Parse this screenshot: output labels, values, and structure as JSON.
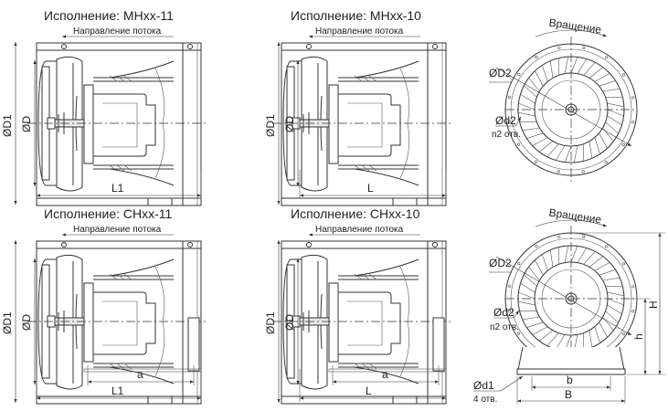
{
  "views": [
    {
      "title": "Исполнение: МНxx-11",
      "flow": "Направление потока",
      "d1": "ØD1",
      "d": "ØD",
      "length": "L1"
    },
    {
      "title": "Исполнение: МНxx-10",
      "flow": "Направление потока",
      "d1": "ØD1",
      "d": "ØD",
      "length": "L"
    },
    {
      "title": "Исполнение: СНxx-11",
      "flow": "Направление потока",
      "d1": "ØD1",
      "d": "ØD",
      "length": "L1",
      "foot": "a"
    },
    {
      "title": "Исполнение: СНxx-10",
      "flow": "Направление потока",
      "d1": "ØD1",
      "d": "ØD",
      "length": "L",
      "foot": "a"
    }
  ],
  "front_top": {
    "rotation": "Вращение",
    "d2": "ØD2",
    "holes_d": "Ød2",
    "holes_n": "n2 отв."
  },
  "front_bottom": {
    "rotation": "Вращение",
    "d2": "ØD2",
    "holes_d": "Ød2",
    "holes_n": "n2 отв.",
    "foot_d": "Ød1",
    "foot_n": "4 отв.",
    "b": "b",
    "B": "B",
    "h": "h",
    "H": "H"
  }
}
